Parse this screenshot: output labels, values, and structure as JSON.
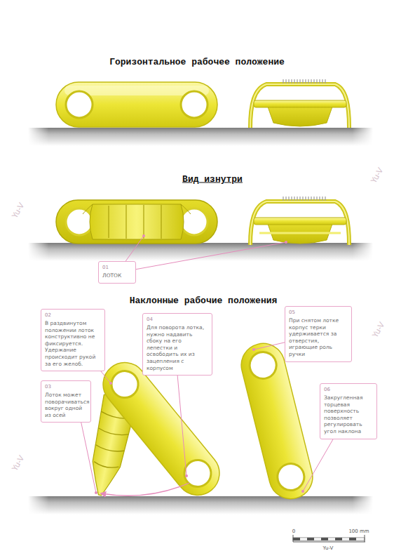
{
  "diagram": {
    "nodes": [
      {
        "text": [
          "01",
          "ЛОТОК"
        ]
      },
      {
        "text": [
          "02",
          "В раздвинутом положении лоток конструктивно не фиксируется. Удержание происходит рукой за его желоб."
        ]
      },
      {
        "text": [
          "03",
          "Лоток может поворачиваться вокруг одной из осей"
        ]
      },
      {
        "text": [
          "04",
          "Для поворота лотка, нужно надавить сбоку на его лепестки и освободить их из зацепления с корпусом"
        ]
      },
      {
        "text": [
          "05",
          "При снятом лотке корпус терки удерживается за отверстия, играющие роль ручки"
        ]
      },
      {
        "text": [
          "06",
          "Закругленная торцевая поверхность позволяет регулировать угол наклона"
        ]
      }
    ],
    "labels": [
      "Горизонтальное рабочее положение",
      "Вид изнутри",
      "Наклонные рабочие положения",
      "0",
      "100 mm",
      "Yu-V",
      "Yu-V",
      "Yu-V",
      "Yu-V",
      "Yu-V"
    ]
  }
}
